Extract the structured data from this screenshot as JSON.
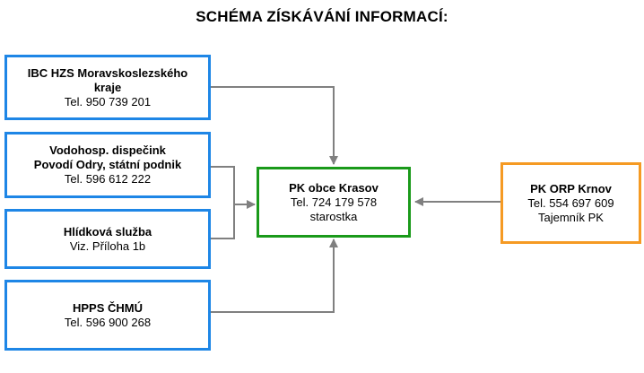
{
  "title": "SCHÉMA ZÍSKÁVÁNÍ INFORMACÍ:",
  "sources": [
    {
      "name_lines": [
        "IBC HZS Moravskoslezského",
        "kraje"
      ],
      "detail": "Tel. 950 739 201"
    },
    {
      "name_lines": [
        "Vodohosp. dispečink",
        "Povodí Odry, státní podnik"
      ],
      "detail": "Tel. 596 612 222"
    },
    {
      "name_lines": [
        "Hlídková služba"
      ],
      "detail": "Viz. Příloha 1b"
    },
    {
      "name_lines": [
        "HPPS ČHMÚ"
      ],
      "detail": "Tel. 596 900 268"
    }
  ],
  "center": {
    "name": "PK obce Krasov",
    "phone": "Tel. 724 179 578",
    "role": "starostka"
  },
  "right": {
    "name": "PK ORP Krnov",
    "phone": "Tel. 554 697 609",
    "role": "Tajemník PK"
  },
  "colors": {
    "source_border": "#1e86e6",
    "center_border": "#1a9a1a",
    "right_border": "#f59a23",
    "connector": "#808080"
  }
}
